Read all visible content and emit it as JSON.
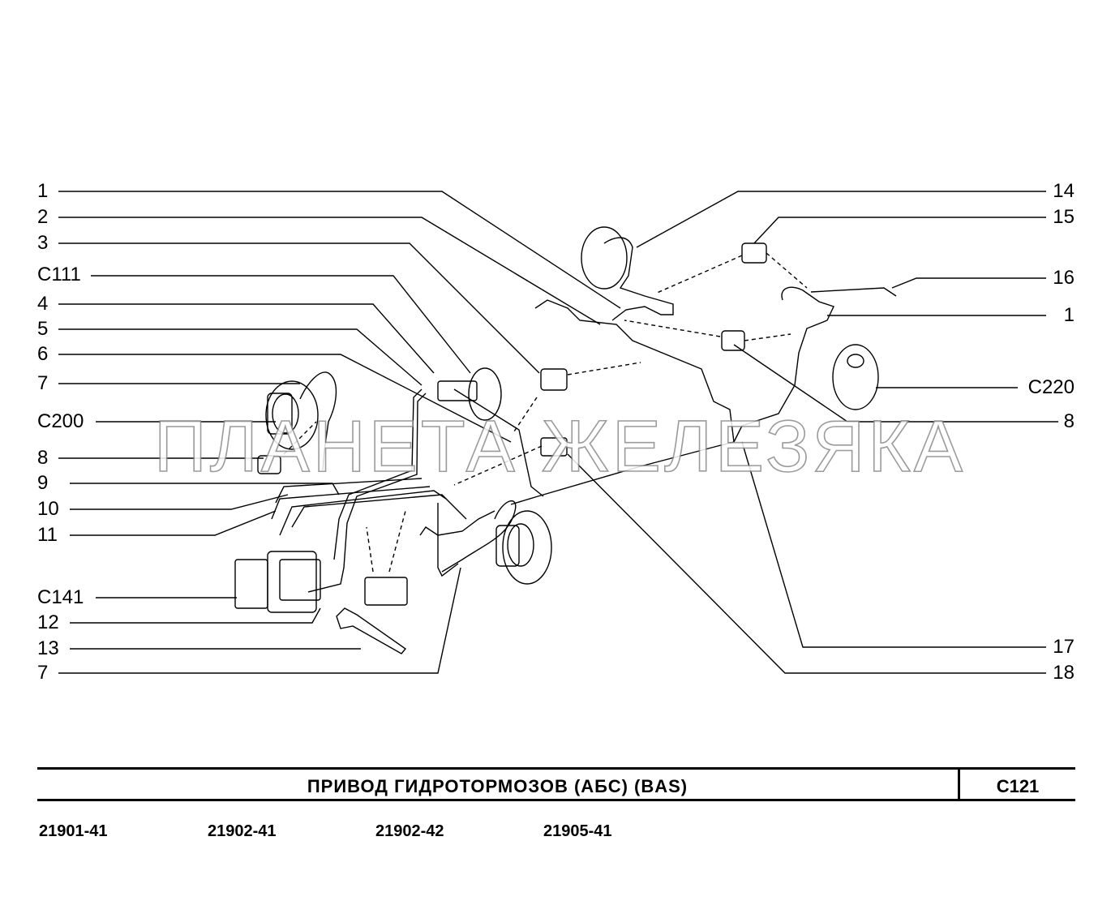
{
  "labels_left": [
    "1",
    "2",
    "3",
    "C111",
    "4",
    "5",
    "6",
    "7",
    "C200",
    "8",
    "9",
    "10",
    "11",
    "C141",
    "12",
    "13",
    "7"
  ],
  "labels_right": [
    "14",
    "15",
    "16",
    "1",
    "C220",
    "8",
    "17",
    "18"
  ],
  "title_block": {
    "title": "ПРИВОД  ГИДРОТОРМОЗОВ  (АБС)  (BAS)",
    "code": "C121"
  },
  "models": [
    "21901-41",
    "21902-41",
    "21902-42",
    "21905-41"
  ],
  "watermark": "ПЛАНЕТА ЖЕЛЕЗЯКА"
}
